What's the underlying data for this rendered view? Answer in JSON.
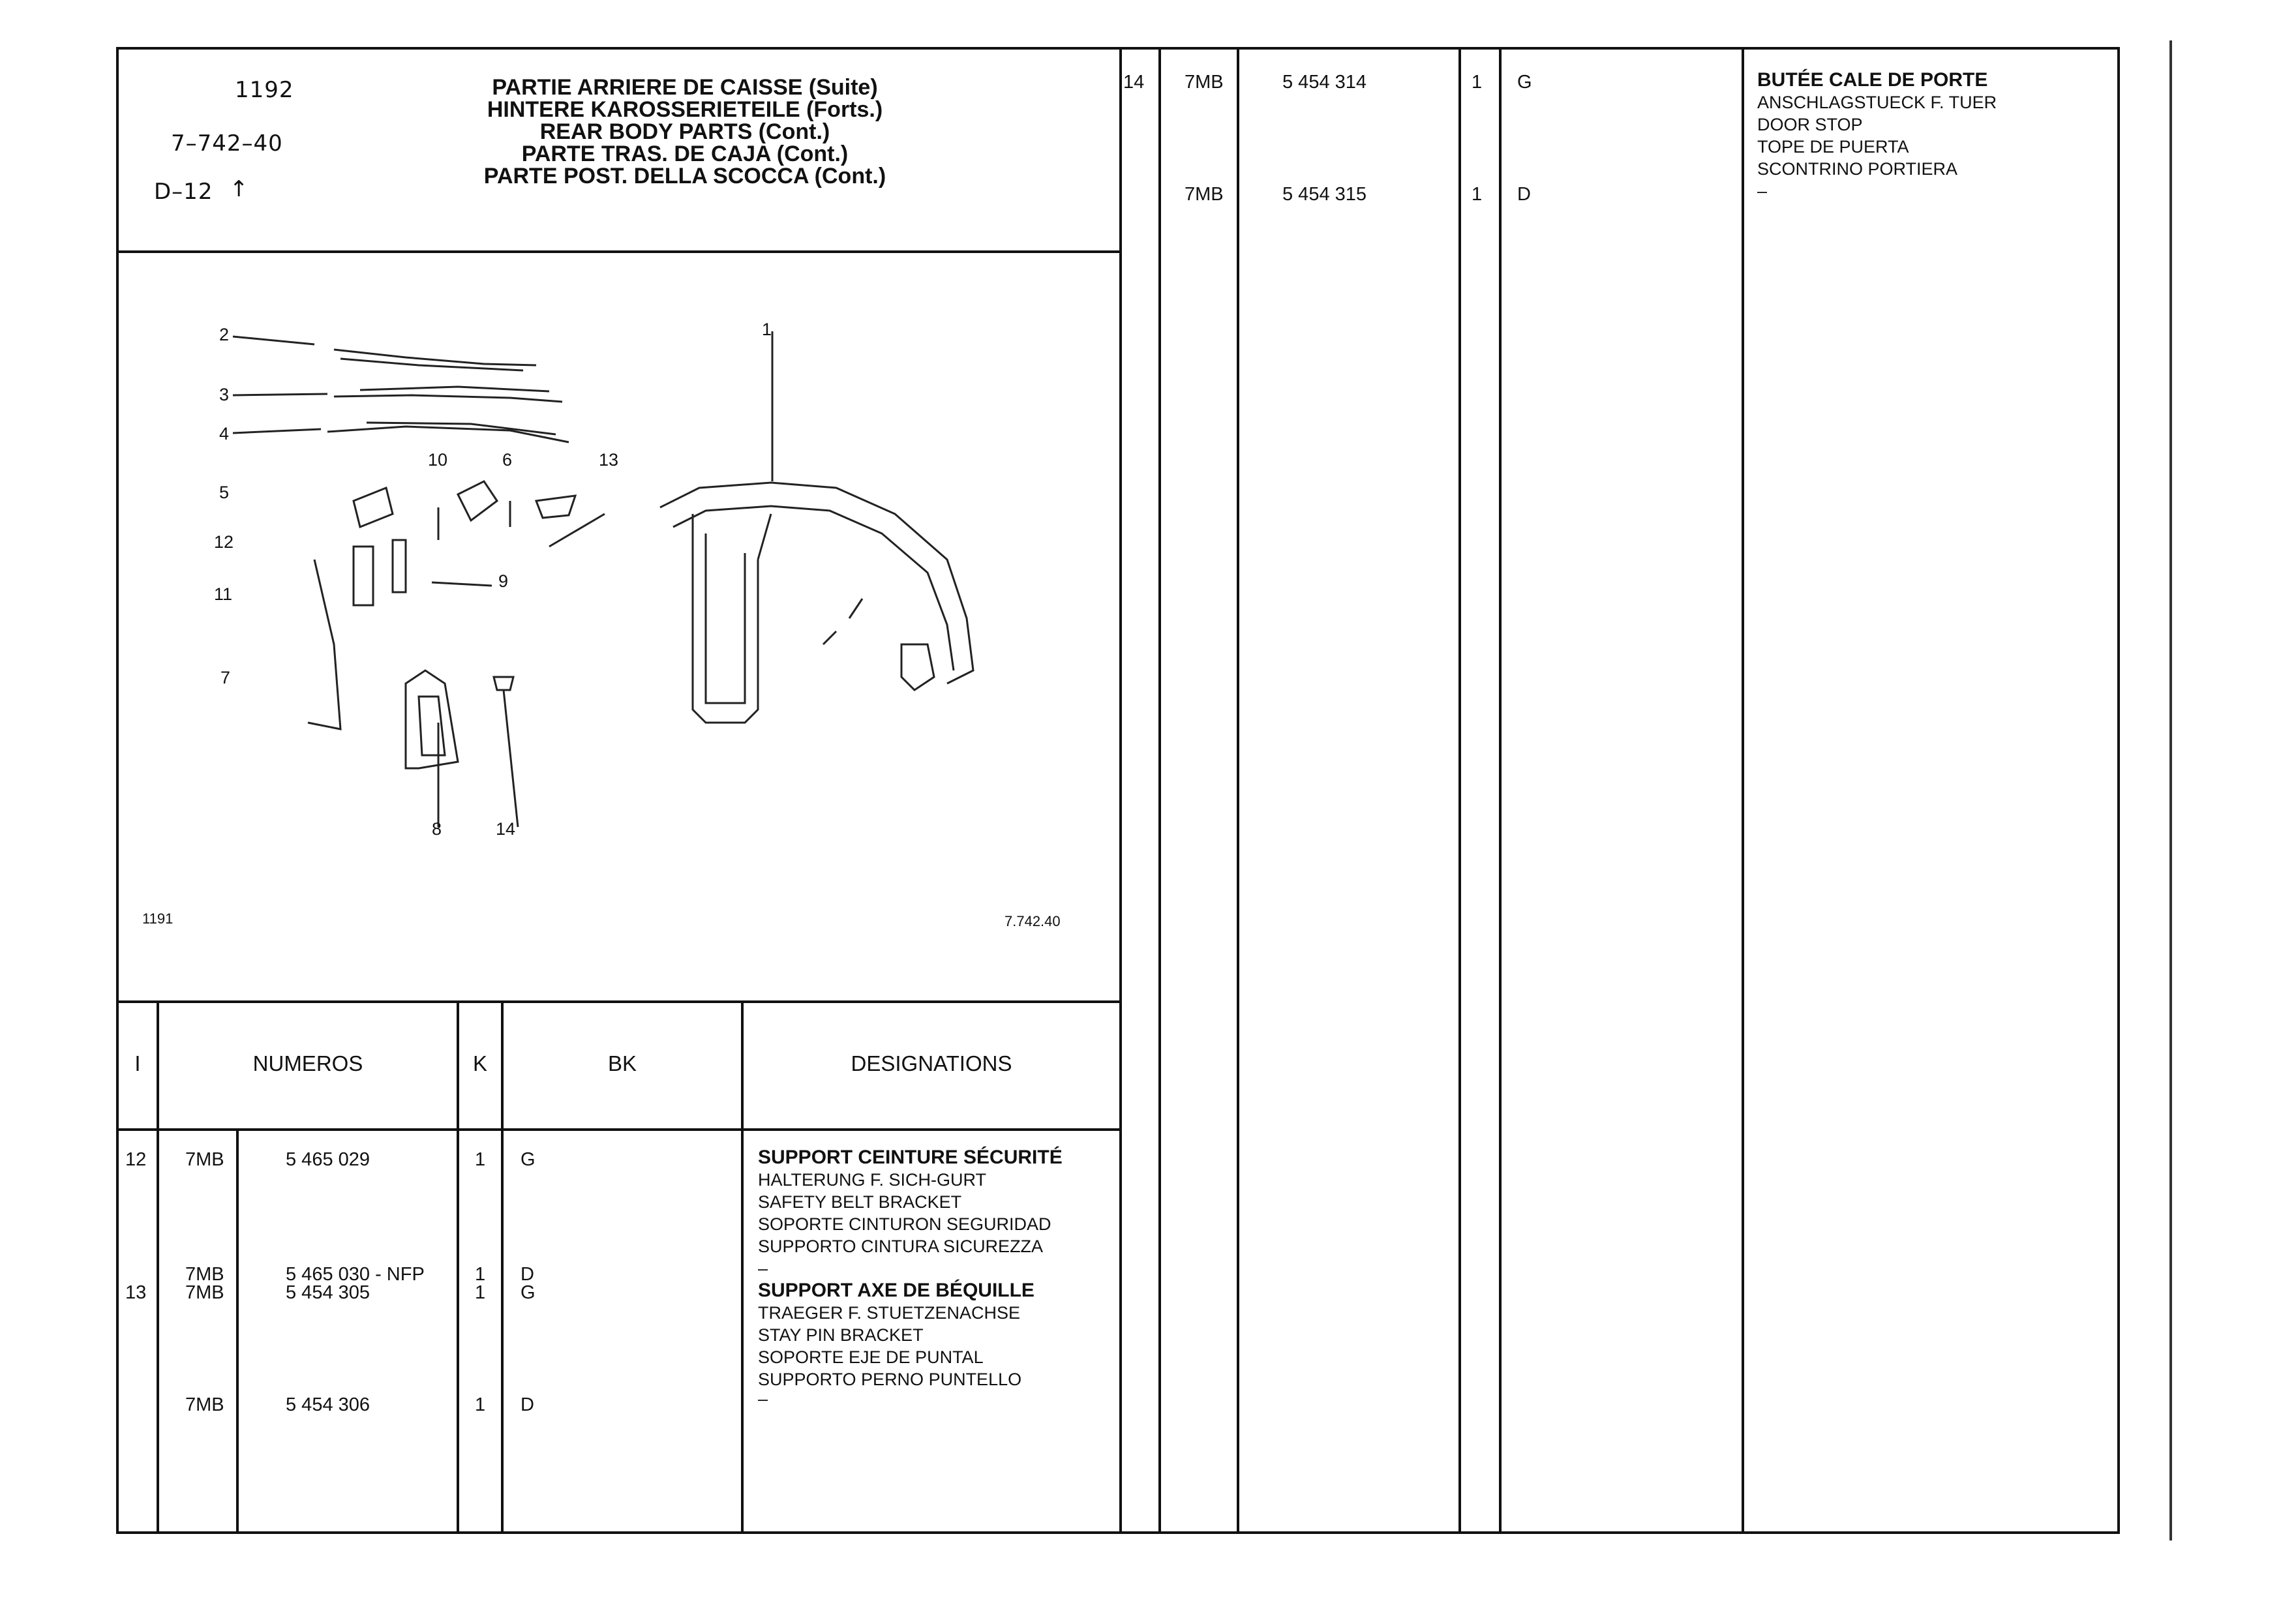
{
  "header": {
    "page_number": "1192",
    "ref": "7–742–40",
    "model": "D–12",
    "arrow": "↑",
    "titles": [
      "PARTIE ARRIERE DE CAISSE (Suite)",
      "HINTERE KAROSSERIETEILE (Forts.)",
      "REAR BODY PARTS (Cont.)",
      "PARTE TRAS. DE CAJA (Cont.)",
      "PARTE POST. DELLA SCOCCA (Cont.)"
    ]
  },
  "diagram": {
    "callouts": [
      "2",
      "3",
      "4",
      "5",
      "12",
      "11",
      "7",
      "10",
      "6",
      "13",
      "9",
      "8",
      "14",
      "1"
    ],
    "footer_left": "1191",
    "footer_right": "7.742.40"
  },
  "table": {
    "headers": {
      "index": "I",
      "numeros": "NUMEROS",
      "k": "K",
      "bk": "BK",
      "designations": "DESIGNATIONS"
    },
    "rows": [
      {
        "index": "12",
        "prefix": "7MB",
        "number": "5 465 029",
        "k": "1",
        "bk": "G",
        "designation": [
          "SUPPORT CEINTURE SÉCURITÉ",
          "HALTERUNG F. SICH-GURT",
          "SAFETY BELT BRACKET",
          "SOPORTE CINTURON SEGURIDAD",
          "SUPPORTO CINTURA SICUREZZA"
        ]
      },
      {
        "index": "",
        "prefix": "7MB",
        "number": "5 465 030 - NFP",
        "k": "1",
        "bk": "D",
        "designation": [
          "–"
        ]
      },
      {
        "index": "13",
        "prefix": "7MB",
        "number": "5 454 305",
        "k": "1",
        "bk": "G",
        "designation": [
          "SUPPORT AXE DE BÉQUILLE",
          "TRAEGER F. STUETZENACHSE",
          "STAY PIN BRACKET",
          "SOPORTE EJE DE PUNTAL",
          "SUPPORTO PERNO PUNTELLO"
        ]
      },
      {
        "index": "",
        "prefix": "7MB",
        "number": "5 454 306",
        "k": "1",
        "bk": "D",
        "designation": [
          "–"
        ]
      }
    ],
    "right_rows": [
      {
        "index": "14",
        "prefix": "7MB",
        "number": "5 454 314",
        "k": "1",
        "bk": "G",
        "designation": [
          "BUTÉE CALE DE PORTE",
          "ANSCHLAGSTUECK F. TUER",
          "DOOR STOP",
          "TOPE DE PUERTA",
          "SCONTRINO PORTIERA"
        ]
      },
      {
        "index": "",
        "prefix": "7MB",
        "number": "5 454 315",
        "k": "1",
        "bk": "D",
        "designation": [
          "–"
        ]
      }
    ]
  }
}
